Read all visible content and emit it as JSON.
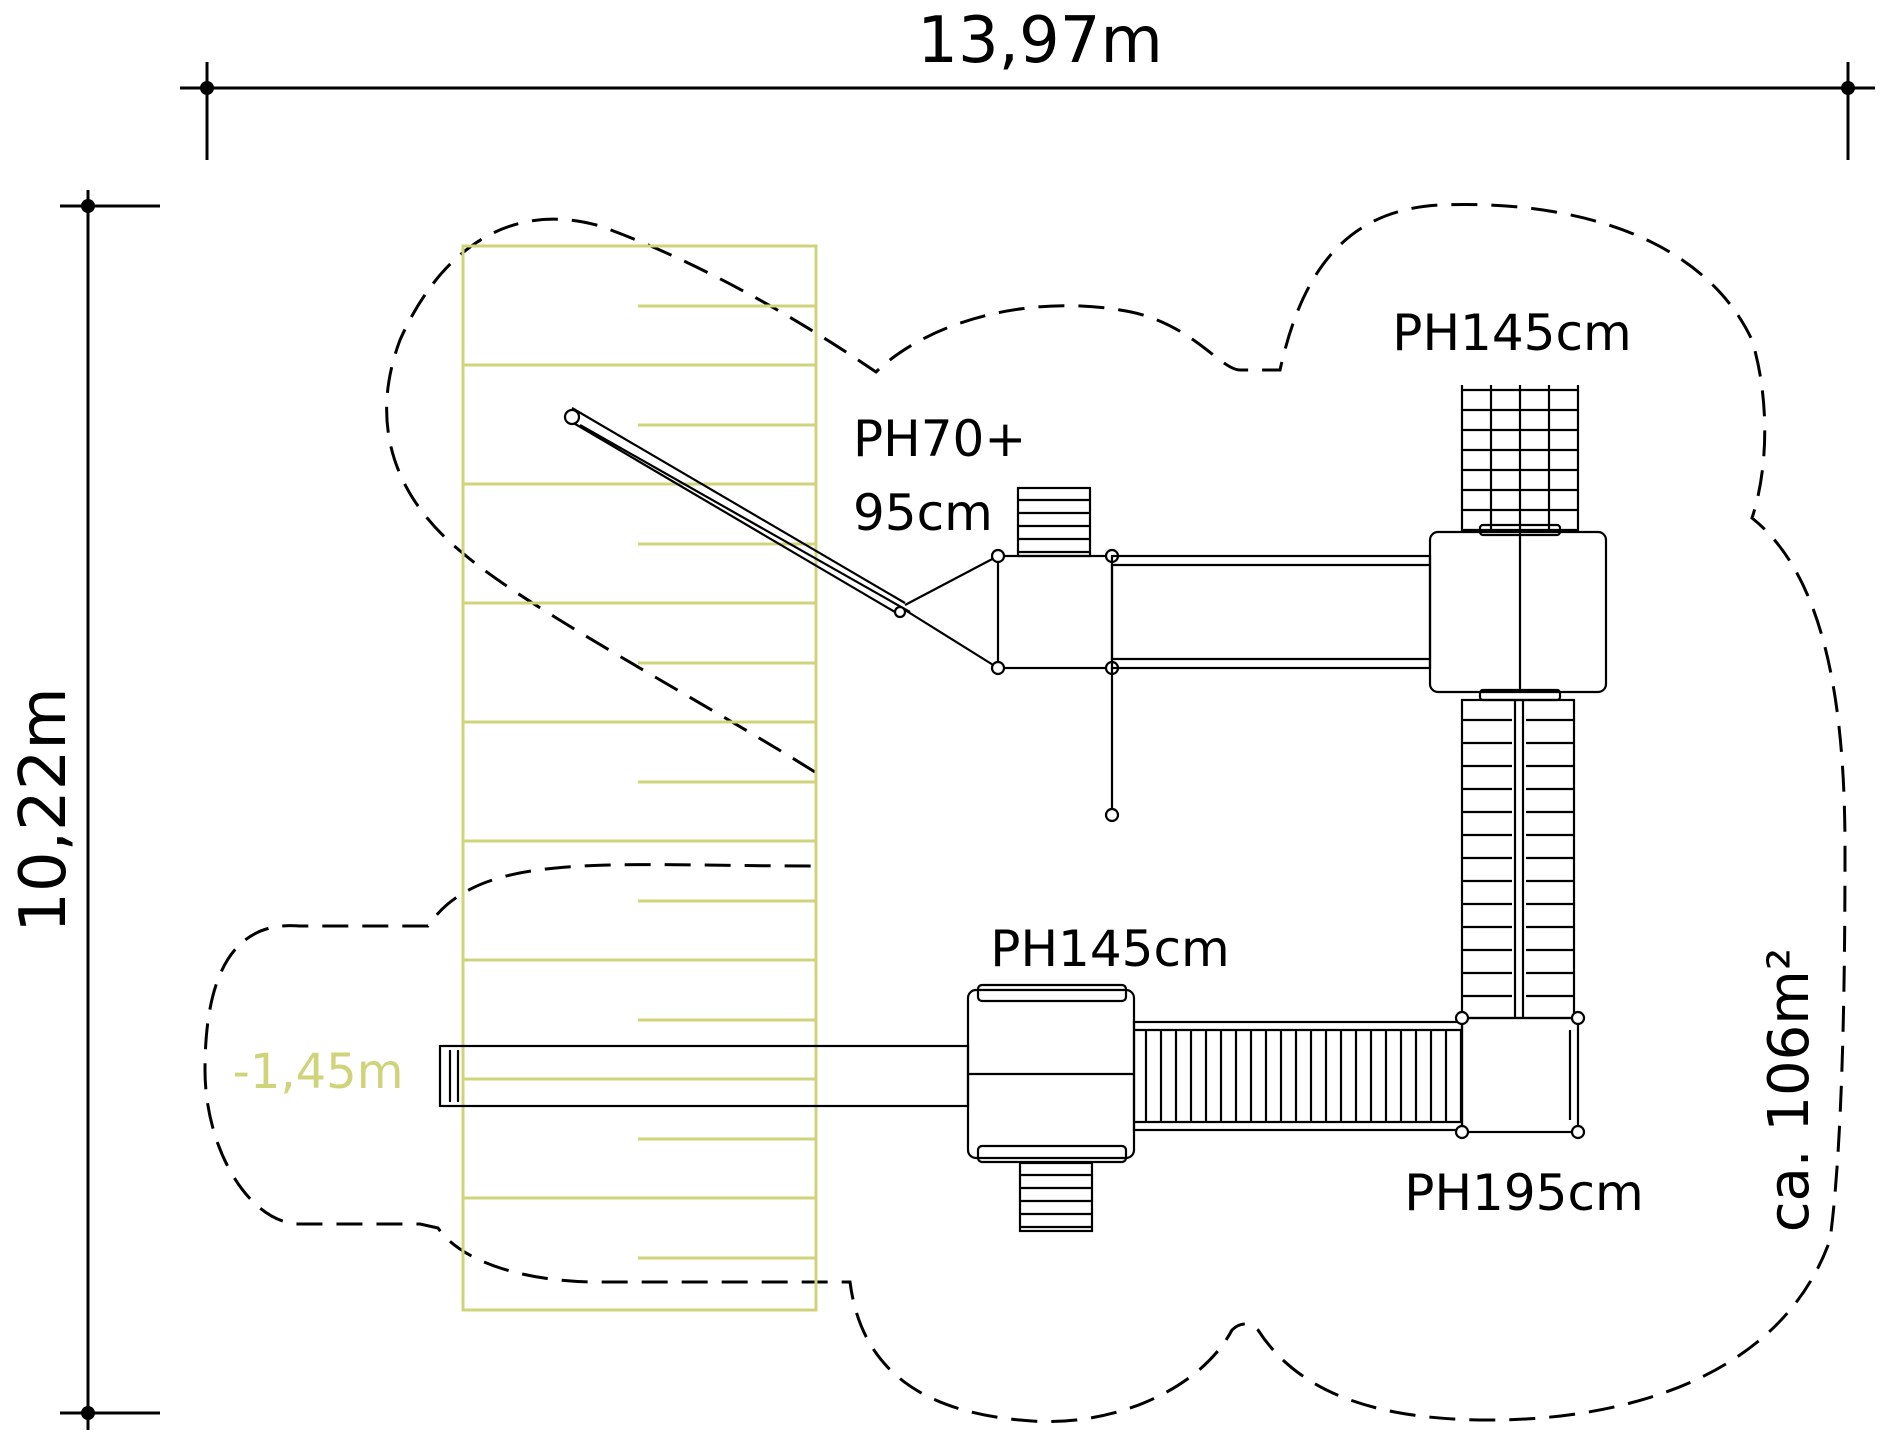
{
  "dimensions": {
    "width_label": "13,97m",
    "height_label": "10,22m"
  },
  "area_label": "ca. 106m²",
  "platform_labels": {
    "top_right": "PH145cm",
    "top_left_line1": "PH70+",
    "top_left_line2": "95cm",
    "bottom_middle": "PH145cm",
    "bottom_right": "PH195cm"
  },
  "sandpit_label": "-1,45m",
  "colors": {
    "line": "#000000",
    "sandpit": "#cfd47a",
    "background": "#ffffff"
  }
}
